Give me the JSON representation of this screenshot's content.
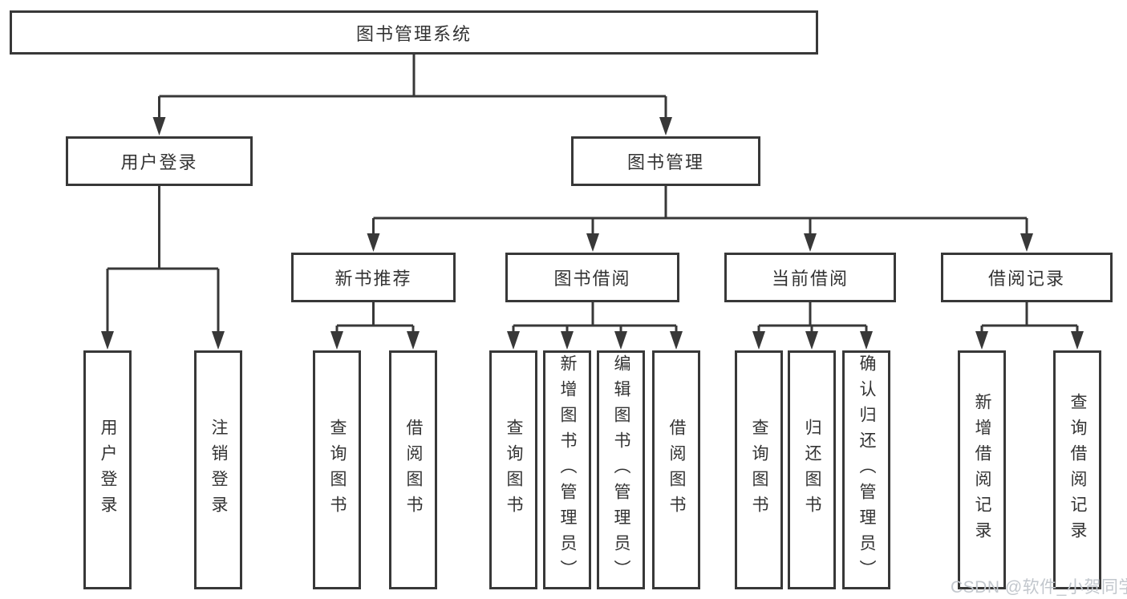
{
  "tree": {
    "root": {
      "label": "图书管理系统"
    },
    "branches": [
      {
        "label": "用户登录",
        "children": [
          {
            "label": "用户登录"
          },
          {
            "label": "注销登录"
          }
        ]
      },
      {
        "label": "图书管理",
        "children": [
          {
            "label": "新书推荐",
            "children": [
              {
                "label": "查询图书"
              },
              {
                "label": "借阅图书"
              }
            ]
          },
          {
            "label": "图书借阅",
            "children": [
              {
                "label": "查询图书"
              },
              {
                "label": "新增图书（管理员）"
              },
              {
                "label": "编辑图书（管理员）"
              },
              {
                "label": "借阅图书"
              }
            ]
          },
          {
            "label": "当前借阅",
            "children": [
              {
                "label": "查询图书"
              },
              {
                "label": "归还图书"
              },
              {
                "label": "确认归还（管理员）"
              }
            ]
          },
          {
            "label": "借阅记录",
            "children": [
              {
                "label": "新增借阅记录"
              },
              {
                "label": "查询借阅记录"
              }
            ]
          }
        ]
      }
    ]
  },
  "watermark": {
    "text": "CSDN @软件_小贺同学"
  },
  "colors": {
    "line": "#383838",
    "text": "#333333",
    "watermark": "#c2c7cd",
    "background": "#ffffff"
  }
}
